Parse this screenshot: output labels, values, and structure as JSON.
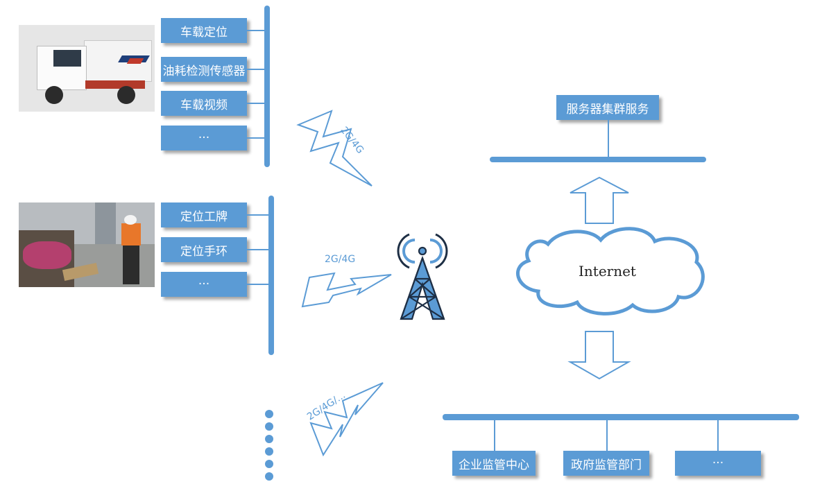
{
  "groups": {
    "vehicle": {
      "devices": [
        "车载定位",
        "油耗检测传感器",
        "车载视频",
        "···"
      ]
    },
    "worker": {
      "devices": [
        "定位工牌",
        "定位手环",
        "···"
      ]
    }
  },
  "links": {
    "vehicle_label": "2G/4G",
    "worker_label": "2G/4G",
    "more_label": "2G/4G/..."
  },
  "cloud": {
    "label": "Internet"
  },
  "server": {
    "label": "服务器集群服务"
  },
  "clients": [
    "企业监管中心",
    "政府监管部门",
    "···"
  ],
  "colors": {
    "accent": "#5b9bd5",
    "text_on_accent": "#ffffff"
  },
  "icons": [
    "sweeper-truck-photo",
    "street-sweeper-worker-photo",
    "cell-tower-icon",
    "lightning-link-icon",
    "cloud-icon",
    "up-arrow-icon",
    "down-arrow-icon"
  ]
}
